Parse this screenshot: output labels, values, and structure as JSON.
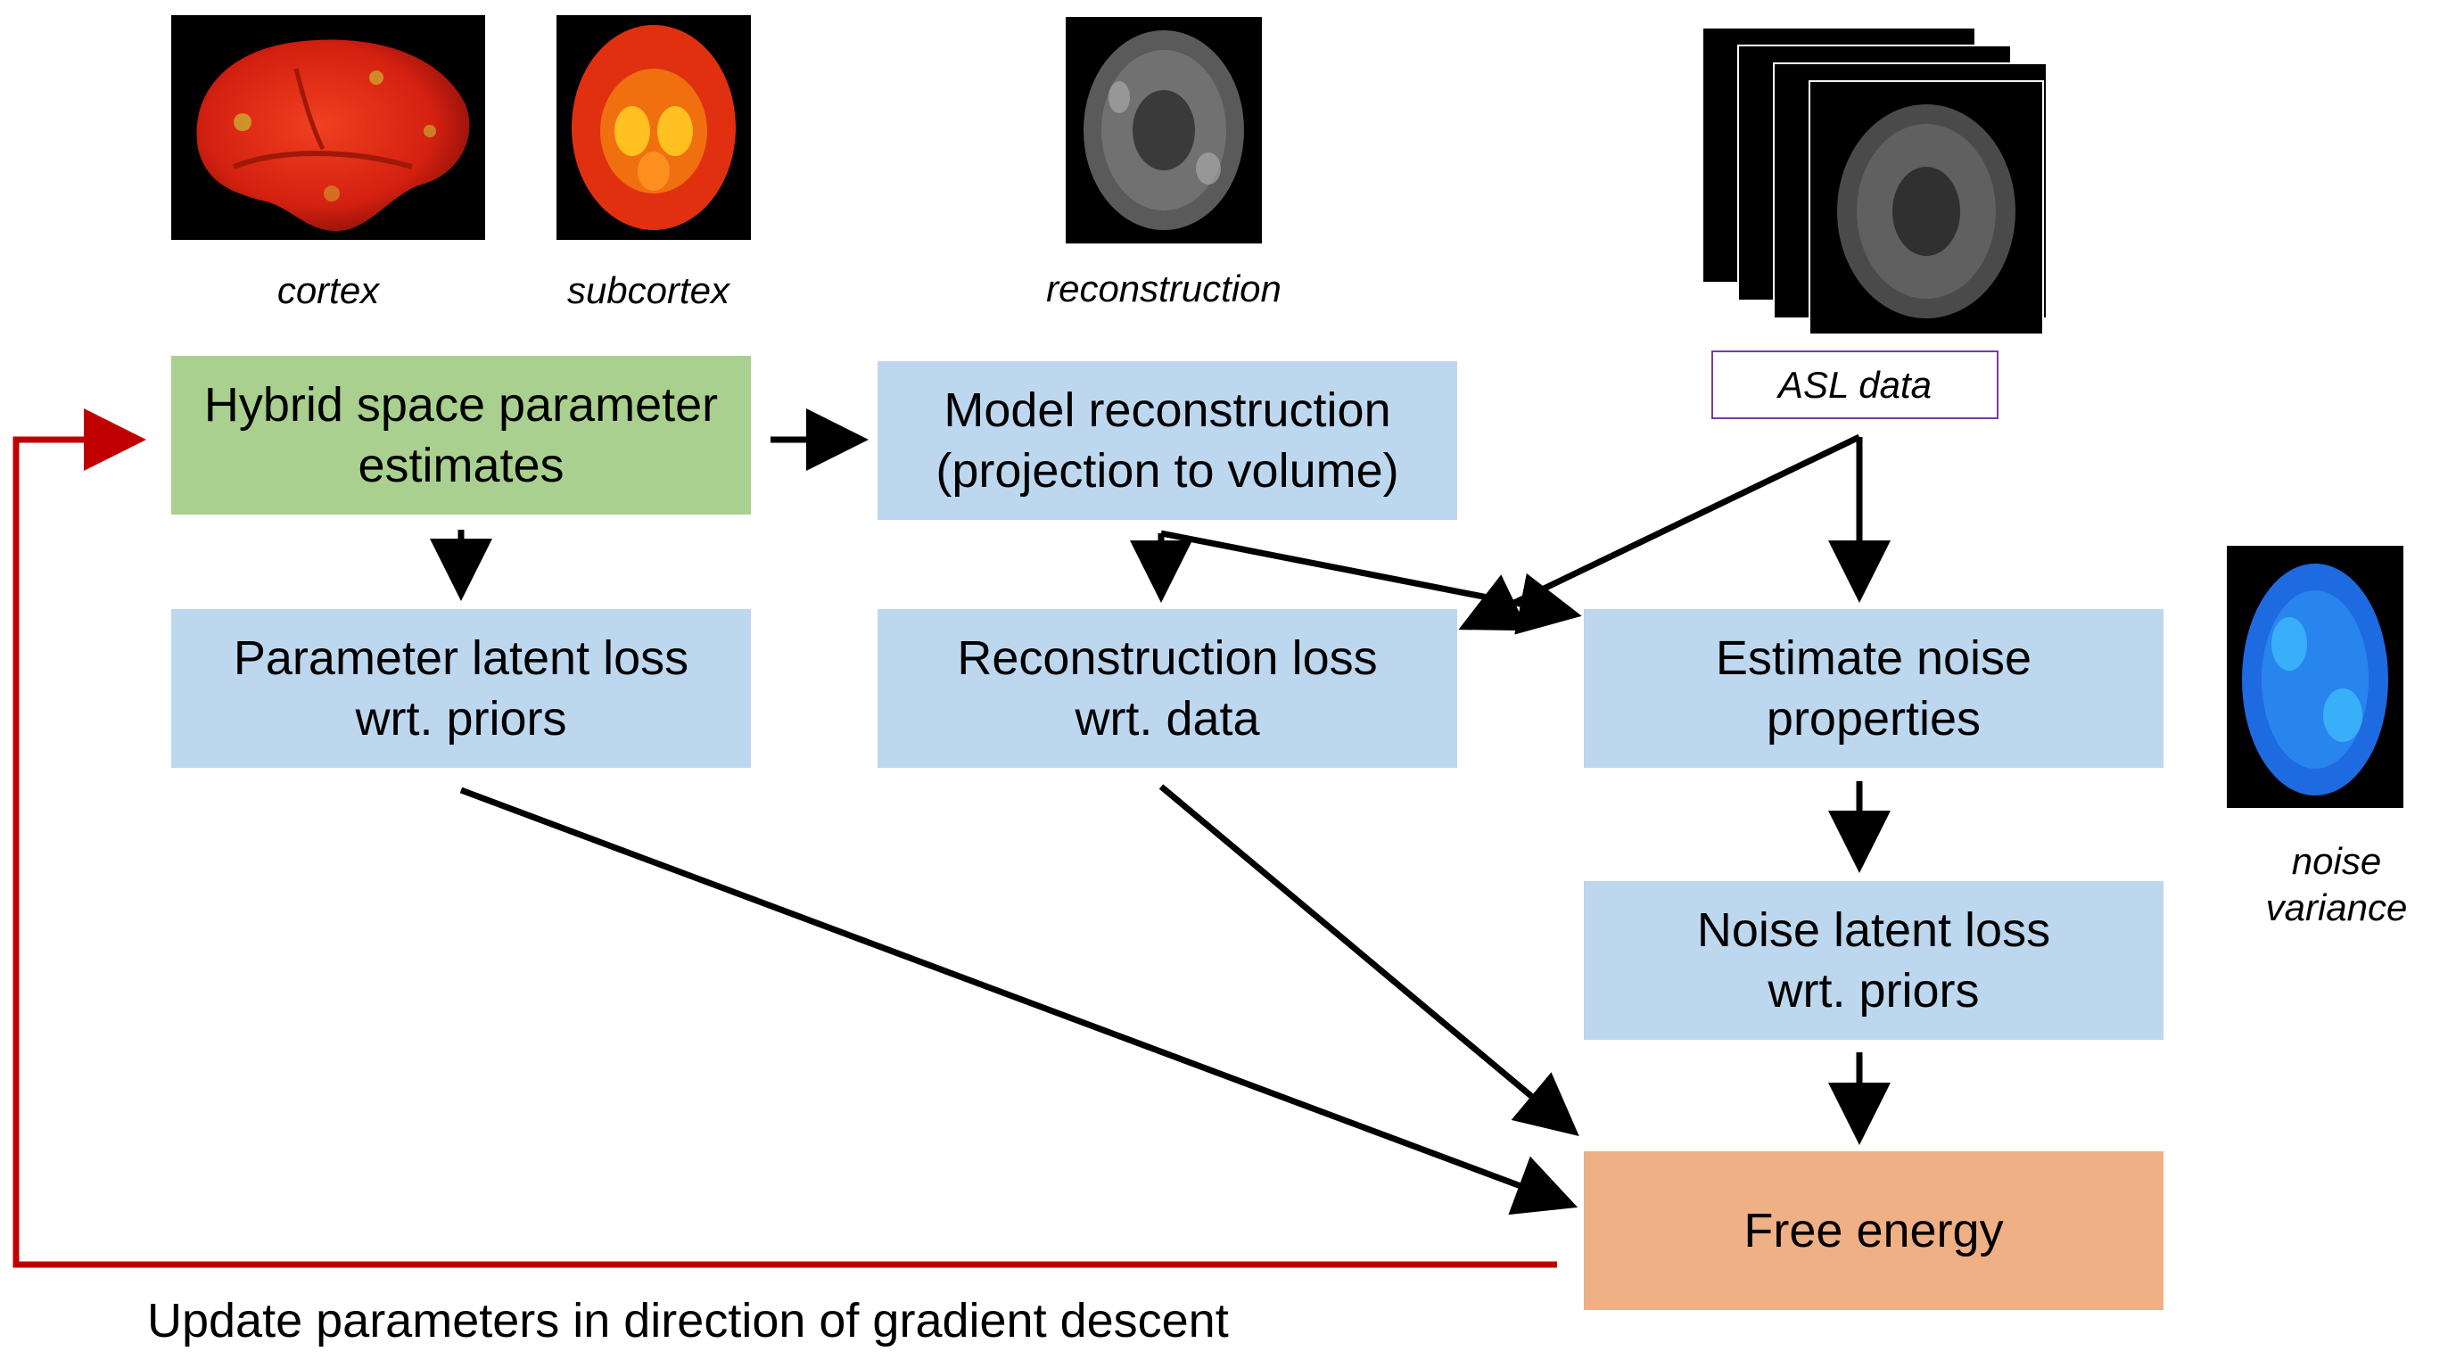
{
  "colors": {
    "green_box": "#a9d08e",
    "blue_box": "#bdd7ee",
    "orange_box": "#f0b085",
    "arrow": "#000000",
    "feedback_arrow": "#c00000",
    "asl_border": "#7a3aa0"
  },
  "images": {
    "cortex_caption": "cortex",
    "subcortex_caption": "subcortex",
    "reconstruction_caption": "reconstruction",
    "noise_caption_line1": "noise",
    "noise_caption_line2": "variance",
    "asl_label": "ASL data"
  },
  "boxes": {
    "hybrid": [
      "Hybrid space parameter",
      "estimates"
    ],
    "model_recon": [
      "Model reconstruction",
      "(projection to volume)"
    ],
    "param_loss": [
      "Parameter latent loss",
      "wrt. priors"
    ],
    "recon_loss": [
      "Reconstruction loss",
      "wrt. data"
    ],
    "noise_est": [
      "Estimate noise",
      "properties"
    ],
    "noise_loss": [
      "Noise latent loss",
      "wrt. priors"
    ],
    "free_energy": [
      "Free energy"
    ]
  },
  "feedback_label": "Update parameters in direction of gradient descent"
}
